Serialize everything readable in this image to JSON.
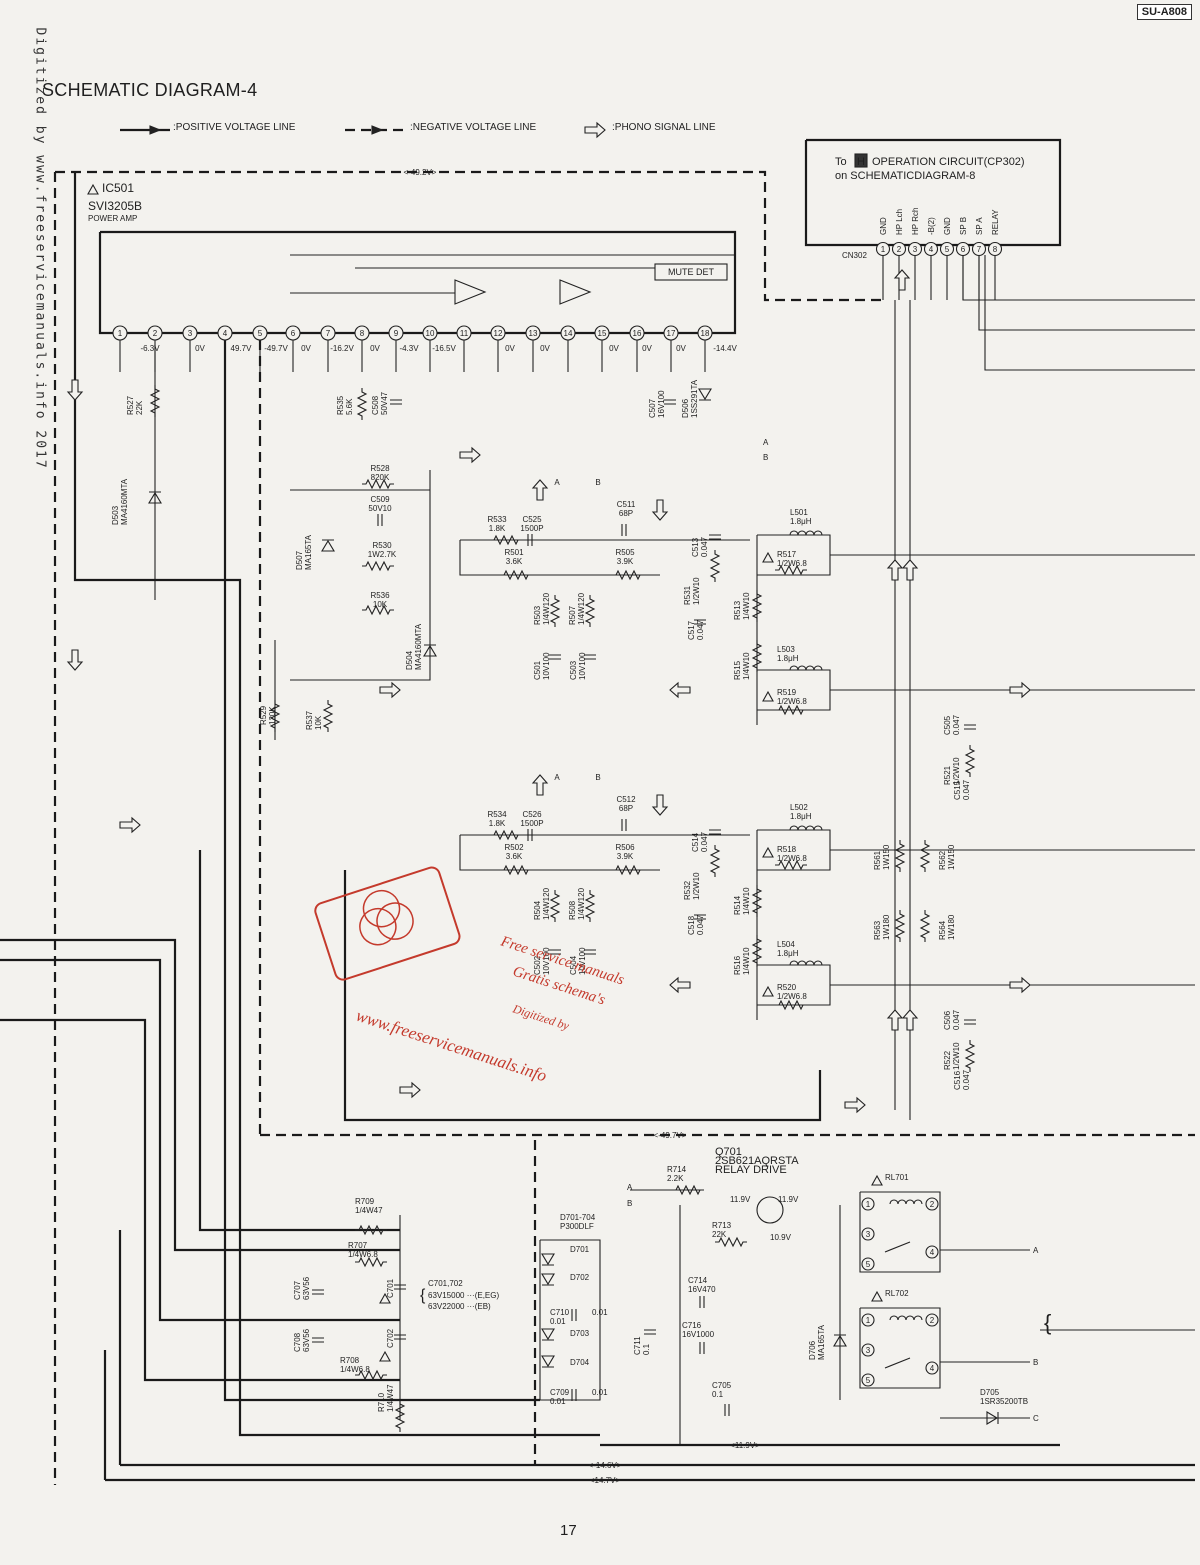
{
  "header": {
    "model_badge": "SU-A808",
    "title": "SCHEMATIC DIAGRAM-4",
    "side_text": "Digitized by www.freeservicemanuals.info 2017",
    "page_number": "17"
  },
  "legend": {
    "positive": ":POSITIVE VOLTAGE LINE",
    "negative": ":NEGATIVE VOLTAGE LINE",
    "phono": ":PHONO SIGNAL LINE"
  },
  "ic": {
    "ref": "IC501",
    "part": "SVI3205B",
    "desc": "POWER AMP",
    "mute": "MUTE DET",
    "pins": [
      "1",
      "2",
      "3",
      "4",
      "5",
      "6",
      "7",
      "8",
      "9",
      "10",
      "11",
      "12",
      "13",
      "14",
      "15",
      "16",
      "17",
      "18"
    ],
    "pin_voltages": [
      "-6.3V",
      "0V",
      "49.7V",
      "-49.7V",
      "0V",
      "-16.2V",
      "0V",
      "-4.3V",
      "-16.5V",
      "0V",
      "0V",
      "0V",
      "0V",
      "0V",
      "-14.4V"
    ]
  },
  "connector": {
    "to": "To",
    "box_letter": "H",
    "line1": "OPERATION CIRCUIT(CP302)",
    "line2": "on SCHEMATICDIAGRAM-8",
    "ref": "CN302",
    "pins": [
      "1",
      "2",
      "3",
      "4",
      "5",
      "6",
      "7",
      "8"
    ],
    "pin_names": [
      "GND",
      "HP Lch",
      "HP Rch",
      "-B(2)",
      "GND",
      "SP B",
      "SP A",
      "RELAY"
    ]
  },
  "rails": {
    "top": "-49.2V",
    "mid": "-49.7V",
    "relay_bus": "11.9V",
    "neg_low": "-14.6V",
    "pos_low": "14.7V"
  },
  "components": {
    "r527": [
      "R527",
      "22K"
    ],
    "d503": [
      "D503",
      "MA4160MTA"
    ],
    "r535": [
      "R535",
      "5.6K"
    ],
    "c508": [
      "C508",
      "50V47"
    ],
    "c507": [
      "C507",
      "16V100"
    ],
    "d506": [
      "D506",
      "1SS291TA"
    ],
    "r528": [
      "R528",
      "820K"
    ],
    "c509": [
      "C509",
      "50V10"
    ],
    "r530": [
      "R530",
      "1W2.7K"
    ],
    "d507": [
      "D507",
      "MA165TA"
    ],
    "r536": [
      "R536",
      "10K"
    ],
    "d504": [
      "D504",
      "MA4160MTA"
    ],
    "r529": [
      "R529",
      "120K"
    ],
    "r537": [
      "R537",
      "10K"
    ],
    "r533": [
      "R533",
      "1.8K"
    ],
    "c525": [
      "C525",
      "1500P"
    ],
    "c511": [
      "C511",
      "68P"
    ],
    "r501": [
      "R501",
      "3.6K"
    ],
    "r505": [
      "R505",
      "3.9K"
    ],
    "c513": [
      "C513",
      "0.047"
    ],
    "r531": [
      "R531",
      "1/2W10"
    ],
    "l501": [
      "L501",
      "1.8μH"
    ],
    "r517": [
      "R517",
      "1/2W6.8"
    ],
    "r503": [
      "R503",
      "1/4W120"
    ],
    "r507": [
      "R507",
      "1/4W120"
    ],
    "c517": [
      "C517",
      "0.047"
    ],
    "r513": [
      "R513",
      "1/4W10"
    ],
    "c501": [
      "C501",
      "10V100"
    ],
    "c503": [
      "C503",
      "10V100"
    ],
    "r515": [
      "R515",
      "1/4W10"
    ],
    "l503": [
      "L503",
      "1.8μH"
    ],
    "r519": [
      "R519",
      "1/2W6.8"
    ],
    "c505": [
      "C505",
      "0.047"
    ],
    "r521": [
      "R521",
      "1/2W10"
    ],
    "c515": [
      "C515",
      "0.047"
    ],
    "r534": [
      "R534",
      "1.8K"
    ],
    "c526": [
      "C526",
      "1500P"
    ],
    "c512": [
      "C512",
      "68P"
    ],
    "r502": [
      "R502",
      "3.6K"
    ],
    "r506": [
      "R506",
      "3.9K"
    ],
    "c514": [
      "C514",
      "0.047"
    ],
    "r532": [
      "R532",
      "1/2W10"
    ],
    "l502": [
      "L502",
      "1.8μH"
    ],
    "r518": [
      "R518",
      "1/2W6.8"
    ],
    "r504": [
      "R504",
      "1/4W120"
    ],
    "r508": [
      "R508",
      "1/4W120"
    ],
    "c518": [
      "C518",
      "0.047"
    ],
    "r514": [
      "R514",
      "1/4W10"
    ],
    "c502": [
      "C502",
      "10V100"
    ],
    "c504": [
      "C504",
      "10V100"
    ],
    "r516": [
      "R516",
      "1/4W10"
    ],
    "l504": [
      "L504",
      "1.8μH"
    ],
    "r520": [
      "R520",
      "1/2W6.8"
    ],
    "c506": [
      "C506",
      "0.047"
    ],
    "r522": [
      "R522",
      "1/2W10"
    ],
    "c516": [
      "C516",
      "0.047"
    ],
    "r561": [
      "R561",
      "1W150"
    ],
    "r562": [
      "R562",
      "1W150"
    ],
    "r563": [
      "R563",
      "1W180"
    ],
    "r564": [
      "R564",
      "1W180"
    ],
    "r709": [
      "R709",
      "1/4W47"
    ],
    "r707": [
      "R707",
      "1/4W6.8"
    ],
    "c707": [
      "C707",
      "63V56"
    ],
    "c708": [
      "C708",
      "63V56"
    ],
    "r708": [
      "R708",
      "1/4W6.8"
    ],
    "r710": [
      "R710",
      "1/4W47"
    ],
    "c701": [
      "C701",
      ""
    ],
    "c702": [
      "C702",
      ""
    ],
    "c701_702": [
      "C701,702",
      "63V15000 ···(E,EG)",
      "63V22000 ···(EB)"
    ],
    "d701_704": [
      "D701-704",
      "P300DLF"
    ],
    "d701": [
      "D701",
      ""
    ],
    "d702": [
      "D702",
      ""
    ],
    "d703": [
      "D703",
      ""
    ],
    "d704": [
      "D704",
      ""
    ],
    "c710": [
      "C710",
      "0.01"
    ],
    "c709": [
      "C709",
      "0.01"
    ],
    "c711": [
      "C711",
      "0.1"
    ],
    "r714": [
      "R714",
      "2.2K"
    ],
    "q701": [
      "Q701",
      "2SB621AQRSTA",
      "RELAY DRIVE"
    ],
    "r713": [
      "R713",
      "22K"
    ],
    "c714": [
      "C714",
      "16V470"
    ],
    "c716": [
      "C716",
      "16V1000"
    ],
    "c705": [
      "C705",
      "0.1"
    ],
    "d706": [
      "D706",
      "MA165TA"
    ],
    "rl701": [
      "RL701",
      ""
    ],
    "rl702": [
      "RL702",
      ""
    ],
    "d705": [
      "D705",
      "1SR35200TB"
    ]
  },
  "q701_voltages": [
    "11.9V",
    "11.9V",
    "10.9V"
  ],
  "relay_pins": [
    "1",
    "2",
    "3",
    "4",
    "5"
  ],
  "port_letters": [
    "A",
    "B",
    "C"
  ],
  "watermark": {
    "line1": "Free service manuals",
    "line2": "Gratis schema's",
    "line3": "Digitized by",
    "line4": "www.freeservicemanuals.info"
  }
}
